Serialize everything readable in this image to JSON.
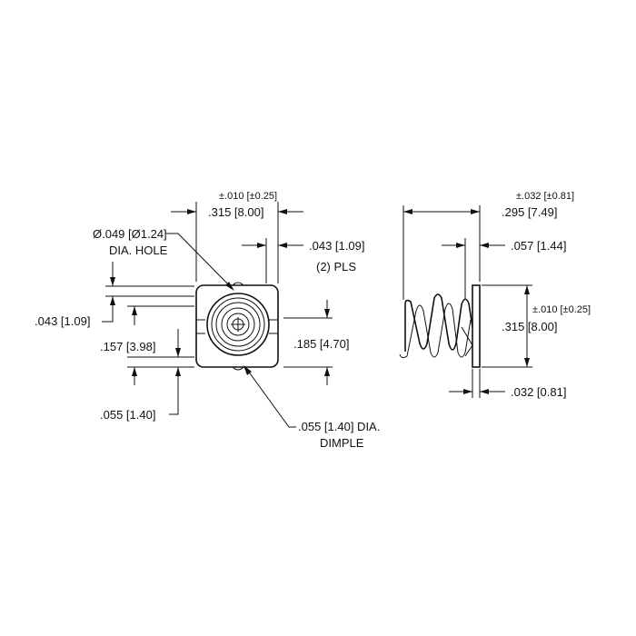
{
  "colors": {
    "ink": "#111111",
    "background": "#ffffff"
  },
  "front_view": {
    "tol_width": "±.010 [±0.25]",
    "width": ".315 [8.00]",
    "hole_dia": "Ø.049 [Ø1.24]",
    "hole_label": "DIA. HOLE",
    "tab_width": ".043 [1.09]",
    "tab_count": "(2) PLS",
    "left_offset": ".043 [1.09]",
    "height_left": ".157 [3.98]",
    "height_right": ".185 [4.70]",
    "bottom_offset": ".055 [1.40]",
    "dimple_dia": ".055  [1.40] DIA.",
    "dimple_label": "DIMPLE"
  },
  "side_view": {
    "tol_length": "±.032 [±0.81]",
    "length": ".295 [7.49]",
    "offset": ".057 [1.44]",
    "tol_height": "±.010 [±0.25]",
    "height": ".315 [8.00]",
    "thickness": ".032 [0.81]"
  }
}
